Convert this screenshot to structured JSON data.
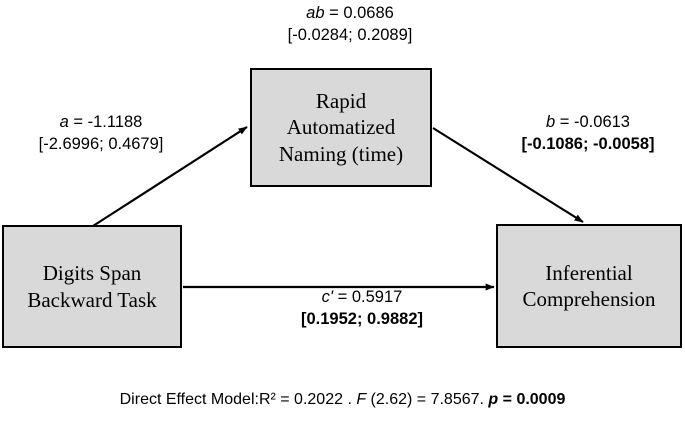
{
  "figure": {
    "type": "mediation-path-diagram",
    "background_color": "#ffffff",
    "box_fill_color": "#d9d9d9",
    "box_border_color": "#000000",
    "line_color": "#000000"
  },
  "nodes": {
    "predictor": {
      "id": "digits-span-backward-task",
      "lines": [
        "Digits Span",
        "Backward Task"
      ]
    },
    "mediator": {
      "id": "rapid-automatized-naming",
      "lines": [
        "Rapid",
        "Automatized",
        "Naming (time)"
      ]
    },
    "outcome": {
      "id": "inferential-comprehension",
      "lines": [
        "Inferential",
        "Comprehension"
      ]
    }
  },
  "paths": {
    "indirect": {
      "symbol": "ab",
      "equals": " = 0.0686",
      "coefficient": 0.0686,
      "ci": "[-0.0284; 0.2089]",
      "ci_low": -0.0284,
      "ci_high": 0.2089,
      "significant": false
    },
    "a": {
      "symbol": "a",
      "equals": " = -1.1188",
      "coefficient": -1.1188,
      "ci": "[-2.6996; 0.4679]",
      "ci_low": -2.6996,
      "ci_high": 0.4679,
      "significant": false
    },
    "b": {
      "symbol": "b",
      "equals": " = -0.0613",
      "coefficient": -0.0613,
      "ci": "[-0.1086; -0.0058]",
      "ci_low": -0.1086,
      "ci_high": -0.0058,
      "significant": true
    },
    "direct": {
      "symbol": "c'",
      "equals": " = 0.5917",
      "coefficient": 0.5917,
      "ci": "[0.1952; 0.9882]",
      "ci_low": 0.1952,
      "ci_high": 0.9882,
      "significant": true
    }
  },
  "model_stats": {
    "prefix": "Direct Effect Model:R² = 0.2022 . ",
    "f_symbol": "F",
    "f_text": " (2.62) = 7.8567. ",
    "p_symbol": "p",
    "p_text": " = 0.0009",
    "r_squared": 0.2022,
    "f_value": 7.8567,
    "f_df": "(2.62)",
    "p_value": 0.0009
  }
}
